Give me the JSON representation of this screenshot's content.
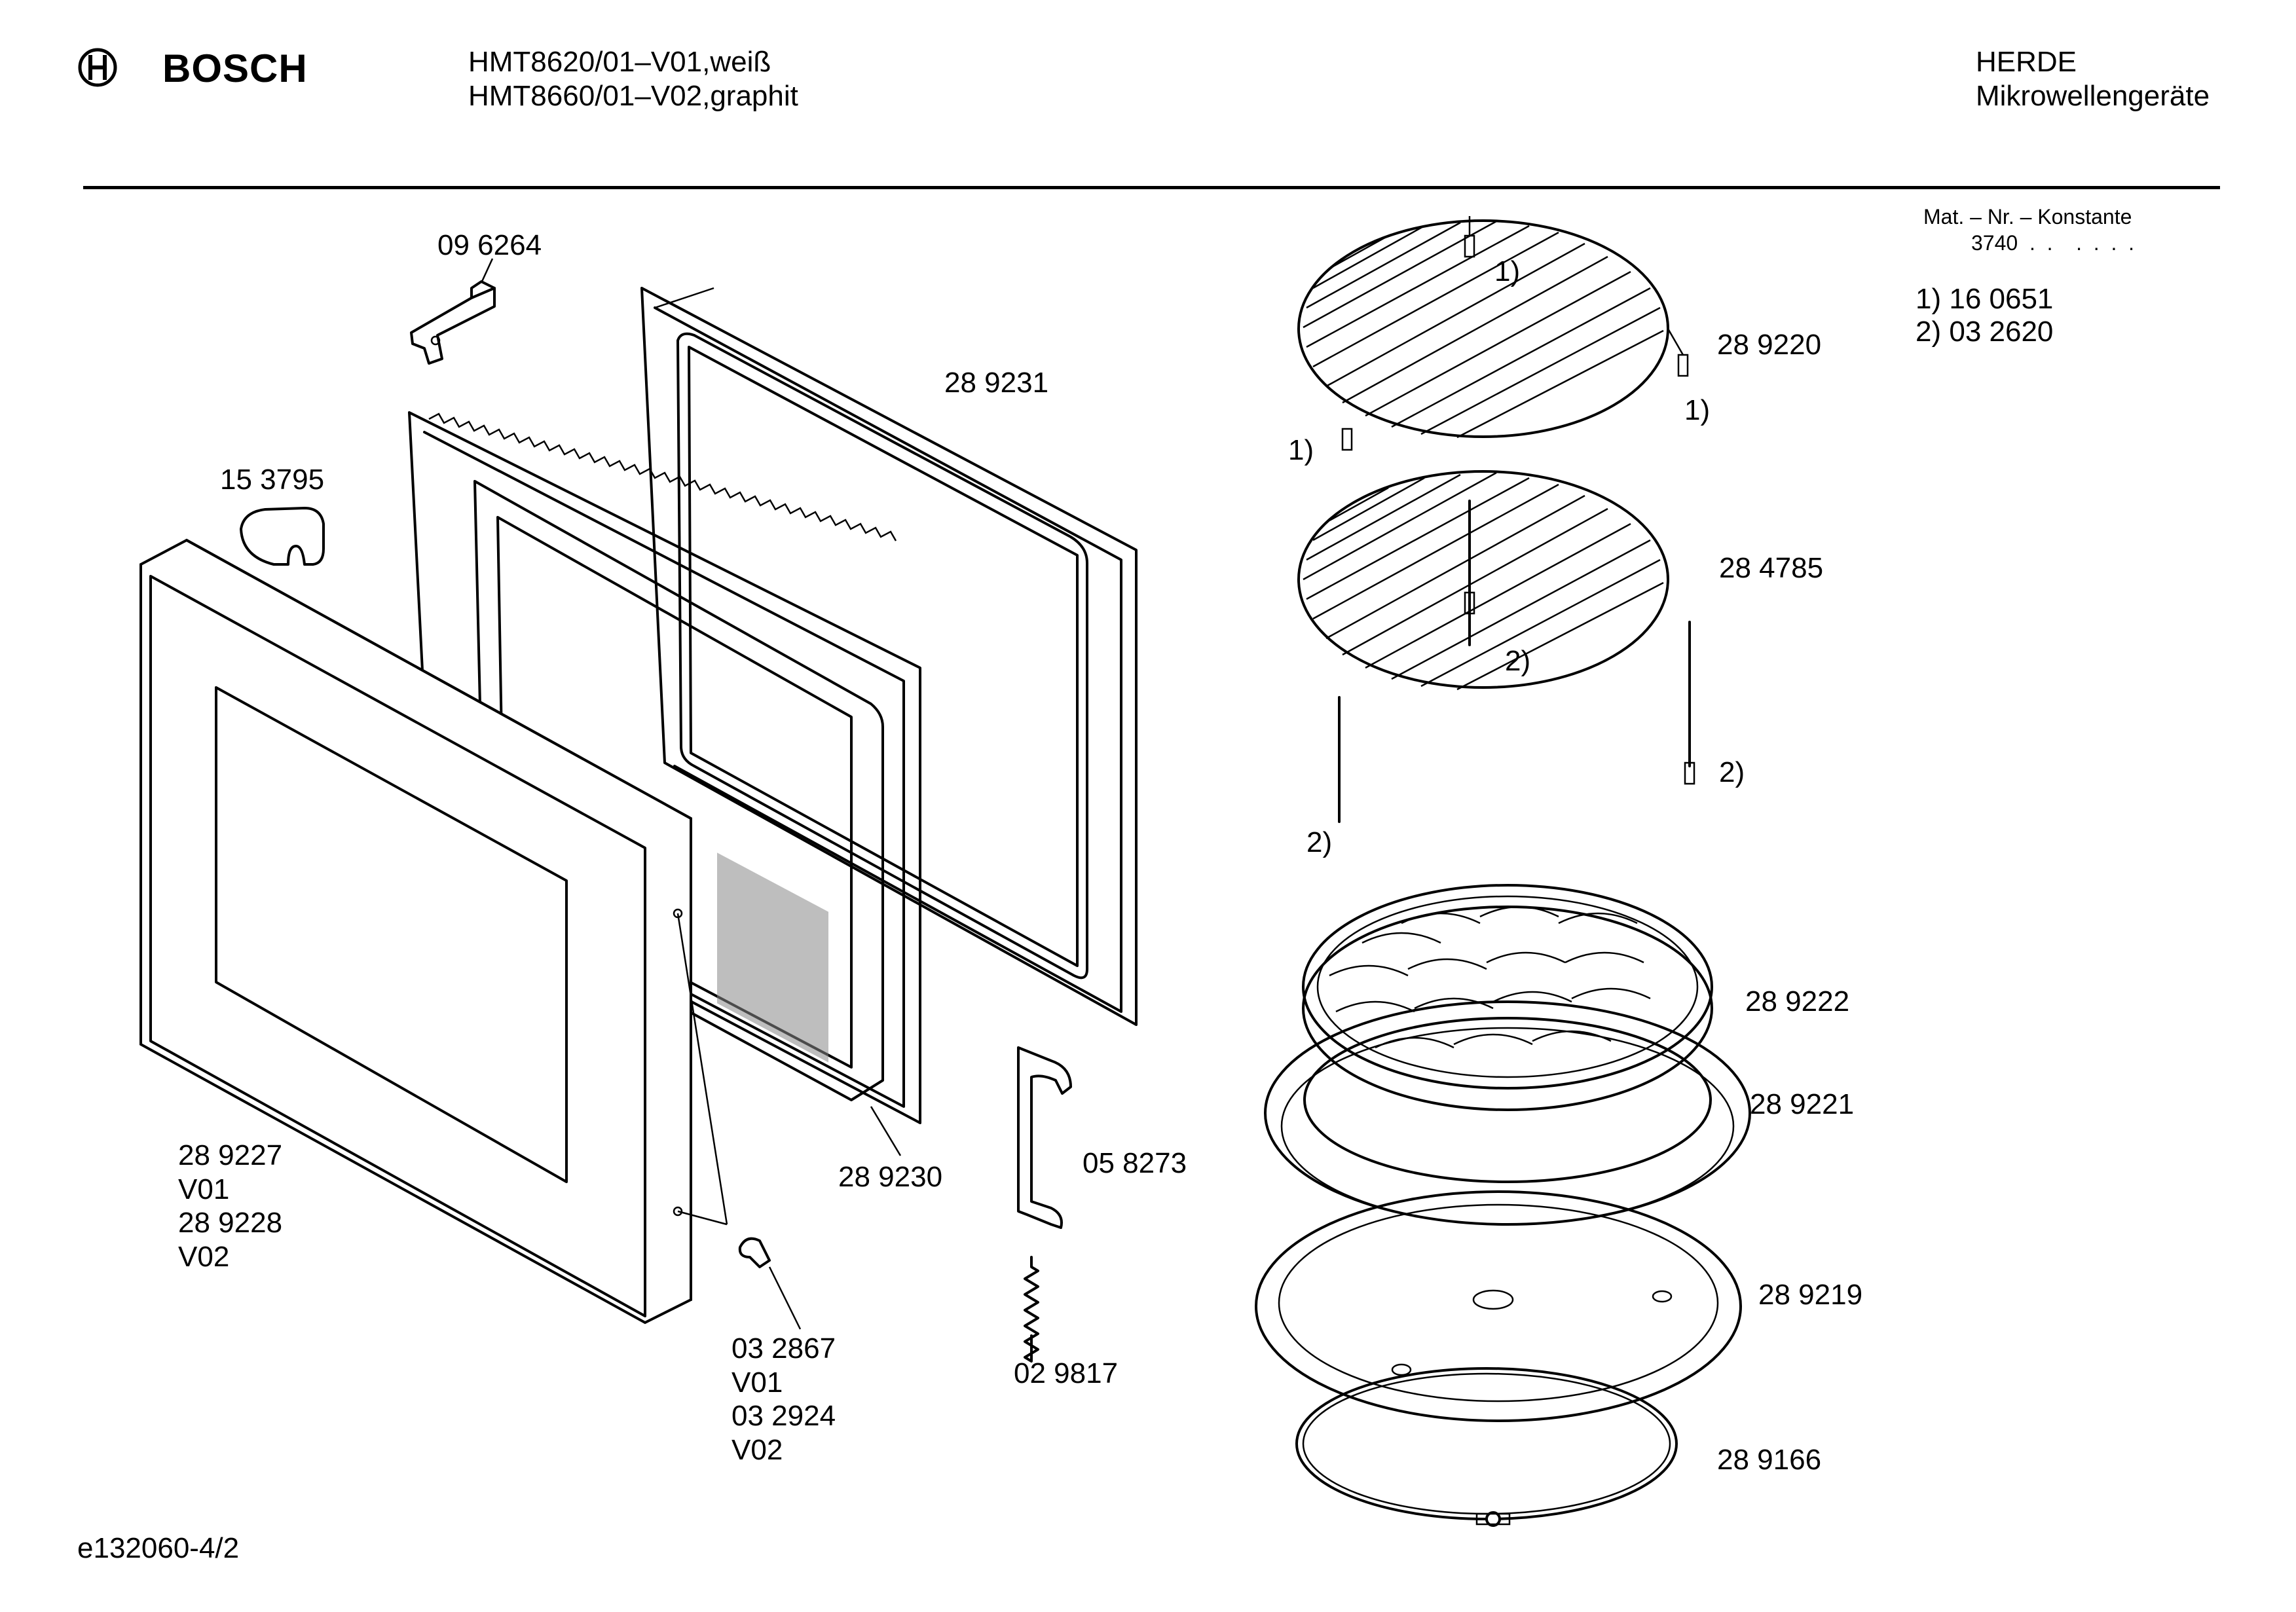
{
  "header": {
    "brand": "BOSCH",
    "model_line_1": "HMT8620/01–V01,weiß",
    "model_line_2": "HMT8660/01–V02,graphit",
    "category_line_1": "HERDE",
    "category_line_2": "Mikrowellengeräte"
  },
  "mat_info": {
    "title": "Mat. – Nr. – Konstante",
    "code": "3740  .  .    .  .  .  .",
    "footnote_1": "1) 16 0651",
    "footnote_2": "2) 03 2620"
  },
  "labels": {
    "p096264": "09 6264",
    "p289231": "28 9231",
    "p153795": "15 3795",
    "p289227": "28 9227",
    "v01_a": "V01",
    "p289228": "28 9228",
    "v02_a": "V02",
    "p289230": "28 9230",
    "p032867": "03 2867",
    "v01_b": "V01",
    "p032924": "03 2924",
    "v02_b": "V02",
    "p058273": "05 8273",
    "p029817": "02 9817",
    "p289220": "28 9220",
    "p284785": "28 4785",
    "p289222": "28 9222",
    "p289221": "28 9221",
    "p289219": "28 9219",
    "p289166": "28 9166",
    "n1_a": "1)",
    "n1_b": "1)",
    "n1_c": "1)",
    "n2_a": "2)",
    "n2_b": "2)",
    "n2_c": "2)"
  },
  "footer": {
    "doc_id": "e132060-4/2"
  }
}
